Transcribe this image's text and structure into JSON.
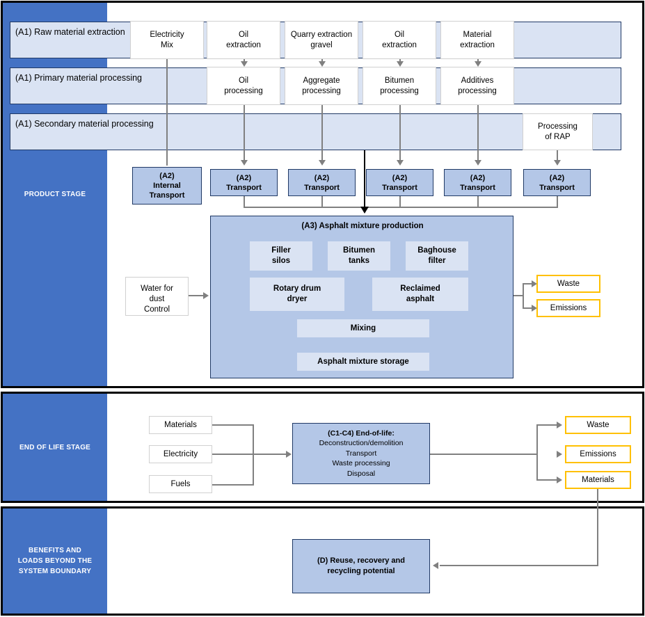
{
  "title": "Asphalt mixture LCA system boundary diagram",
  "colors": {
    "stage_label_bg": "#4472c4",
    "band_fill": "#dae3f3",
    "band_border": "#1f3864",
    "a2_fill": "#b4c7e7",
    "a3_fill": "#b4c7e7",
    "a3_inner_fill": "#dae3f3",
    "output_border": "#ffc000",
    "connector": "#808080",
    "frame": "#000000"
  },
  "stages": {
    "product": "PRODUCT STAGE",
    "end_of_life": "END OF LIFE STAGE",
    "benefits": "BENEFITS AND LOADS BEYOND THE SYSTEM BOUNDARY"
  },
  "bands": [
    {
      "id": "a1-raw",
      "label": "(A1) Raw material extraction"
    },
    {
      "id": "a1-primary",
      "label": "(A1) Primary material processing"
    },
    {
      "id": "a1-secondary",
      "label": "(A1) Secondary material processing"
    }
  ],
  "row_a1_extraction": [
    {
      "label": "Electricity\nMix"
    },
    {
      "label": "Oil\nextraction"
    },
    {
      "label": "Quarry extraction\ngravel"
    },
    {
      "label": "Oil\nextraction"
    },
    {
      "label": "Material\nextraction"
    }
  ],
  "row_a1_processing": [
    {
      "label": "Oil\nprocessing"
    },
    {
      "label": "Aggregate\nprocessing"
    },
    {
      "label": "Bitumen\nprocessing"
    },
    {
      "label": "Additives\nprocessing"
    }
  ],
  "row_a1_secondary": [
    {
      "label": "Processing\nof RAP"
    }
  ],
  "row_a2": [
    {
      "tag": "(A2)",
      "label": "Internal\nTransport"
    },
    {
      "tag": "(A2)",
      "label": "Transport"
    },
    {
      "tag": "(A2)",
      "label": "Transport"
    },
    {
      "tag": "(A2)",
      "label": "Transport"
    },
    {
      "tag": "(A2)",
      "label": "Transport"
    },
    {
      "tag": "(A2)",
      "label": "Transport"
    }
  ],
  "water_box": {
    "label": "Water for\ndust\nControl"
  },
  "a3": {
    "title": "(A3) Asphalt mixture production",
    "boxes": [
      {
        "label": "Filler\nsilos"
      },
      {
        "label": "Bitumen\ntanks"
      },
      {
        "label": "Baghouse\nfilter"
      },
      {
        "label": "Rotary drum\ndryer"
      },
      {
        "label": "Reclaimed\nasphalt"
      },
      {
        "label": "Mixing"
      },
      {
        "label": "Asphalt mixture storage"
      }
    ]
  },
  "a3_outputs": [
    {
      "label": "Waste"
    },
    {
      "label": "Emissions"
    }
  ],
  "eol_inputs": [
    {
      "label": "Materials"
    },
    {
      "label": "Electricity"
    },
    {
      "label": "Fuels"
    }
  ],
  "eol_box": {
    "heading": "(C1-C4) End-of-life:",
    "lines": [
      "Deconstruction/demolition",
      "Transport",
      "Waste processing",
      "Disposal"
    ]
  },
  "eol_outputs": [
    {
      "label": "Waste"
    },
    {
      "label": "Emissions"
    },
    {
      "label": "Materials"
    }
  ],
  "d_box": {
    "label": "(D) Reuse, recovery and recycling potential"
  }
}
